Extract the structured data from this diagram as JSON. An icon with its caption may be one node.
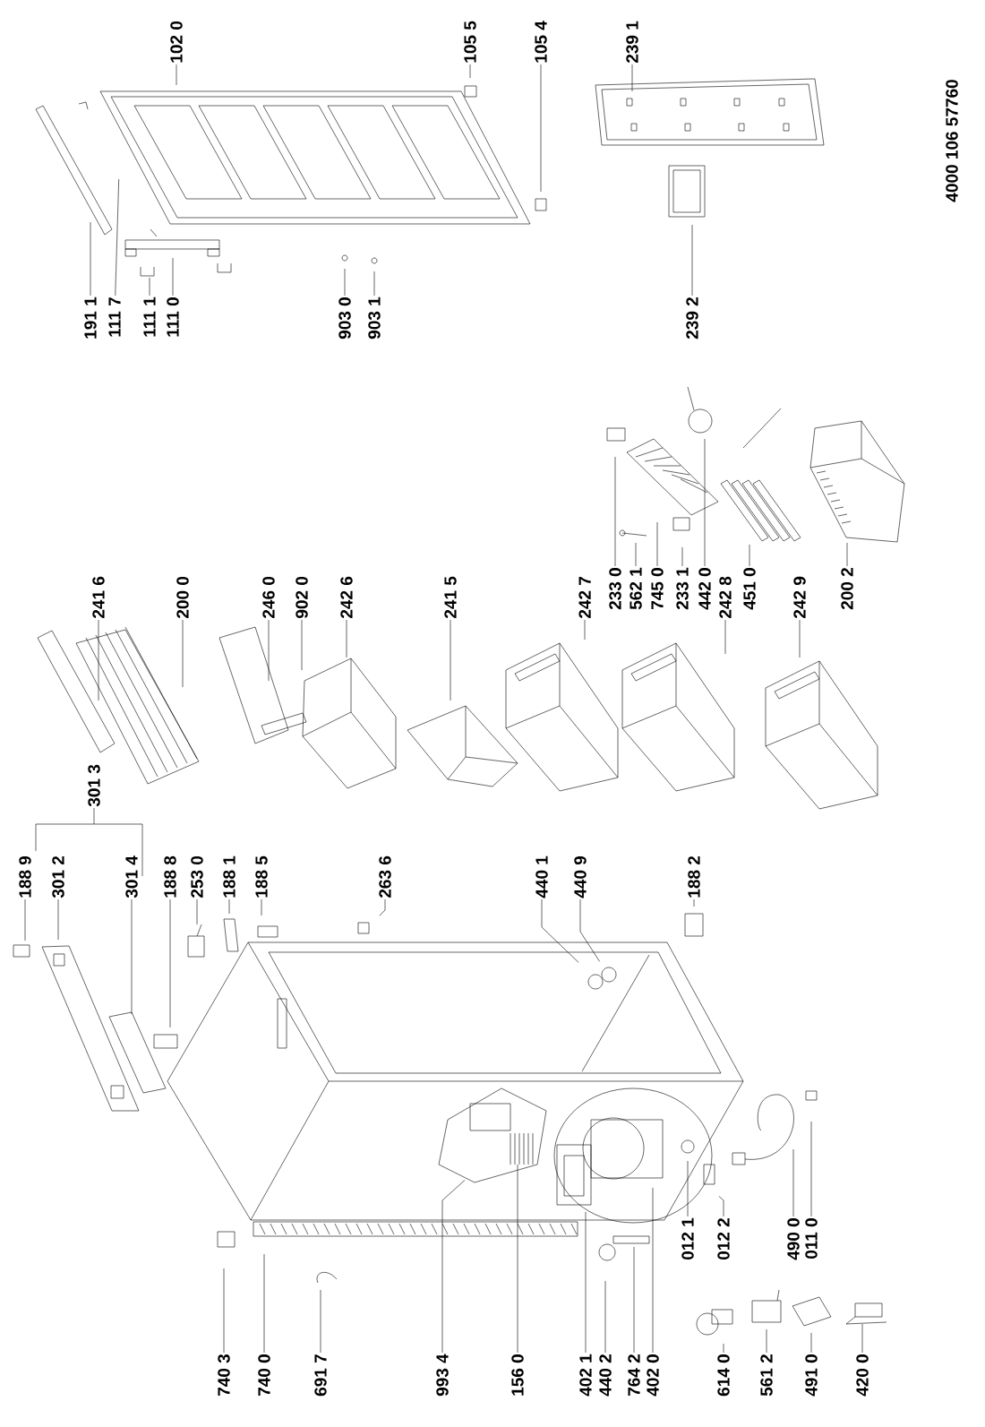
{
  "diagram": {
    "nodes": [
      {
        "text": [
          "102 0"
        ]
      },
      {
        "text": [
          "105 5"
        ]
      },
      {
        "text": [
          "105 4"
        ]
      },
      {
        "text": [
          "239 1"
        ]
      },
      {
        "text": [
          "191 1"
        ]
      },
      {
        "text": [
          "111 7"
        ]
      },
      {
        "text": [
          "111 1"
        ]
      },
      {
        "text": [
          "111 0"
        ]
      },
      {
        "text": [
          "903 0"
        ]
      },
      {
        "text": [
          "903 1"
        ]
      },
      {
        "text": [
          "239 2"
        ]
      },
      {
        "text": [
          "241 6"
        ]
      },
      {
        "text": [
          "200 0"
        ]
      },
      {
        "text": [
          "246 0"
        ]
      },
      {
        "text": [
          "902 0"
        ]
      },
      {
        "text": [
          "242 6"
        ]
      },
      {
        "text": [
          "241 5"
        ]
      },
      {
        "text": [
          "242 7"
        ]
      },
      {
        "text": [
          "233 0"
        ]
      },
      {
        "text": [
          "562 1"
        ]
      },
      {
        "text": [
          "745 0"
        ]
      },
      {
        "text": [
          "233 1"
        ]
      },
      {
        "text": [
          "442 0"
        ]
      },
      {
        "text": [
          "242 8"
        ]
      },
      {
        "text": [
          "451 0"
        ]
      },
      {
        "text": [
          "242 9"
        ]
      },
      {
        "text": [
          "200 2"
        ]
      },
      {
        "text": [
          "301 3"
        ]
      },
      {
        "text": [
          "188 9"
        ]
      },
      {
        "text": [
          "301 2"
        ]
      },
      {
        "text": [
          "301 4"
        ]
      },
      {
        "text": [
          "188 8"
        ]
      },
      {
        "text": [
          "253 0"
        ]
      },
      {
        "text": [
          "188 1"
        ]
      },
      {
        "text": [
          "188 5"
        ]
      },
      {
        "text": [
          "263 6"
        ]
      },
      {
        "text": [
          "440 1"
        ]
      },
      {
        "text": [
          "440 9"
        ]
      },
      {
        "text": [
          "188 2"
        ]
      },
      {
        "text": [
          "012 1"
        ]
      },
      {
        "text": [
          "012 2"
        ]
      },
      {
        "text": [
          "490 0"
        ]
      },
      {
        "text": [
          "011 0"
        ]
      },
      {
        "text": [
          "740 3"
        ]
      },
      {
        "text": [
          "740 0"
        ]
      },
      {
        "text": [
          "691 7"
        ]
      },
      {
        "text": [
          "993 4"
        ]
      },
      {
        "text": [
          "156 0"
        ]
      },
      {
        "text": [
          "402 1"
        ]
      },
      {
        "text": [
          "440 2"
        ]
      },
      {
        "text": [
          "764 2"
        ]
      },
      {
        "text": [
          "402 0"
        ]
      },
      {
        "text": [
          "614 0"
        ]
      },
      {
        "text": [
          "561 2"
        ]
      },
      {
        "text": [
          "491 0"
        ]
      },
      {
        "text": [
          "420 0"
        ]
      }
    ],
    "edges": [
      {
        "from": 0,
        "to": null,
        "arrow": "none"
      },
      {
        "from": 1,
        "to": null,
        "arrow": "none"
      },
      {
        "from": 2,
        "to": null,
        "arrow": "none"
      },
      {
        "from": 3,
        "to": null,
        "arrow": "none"
      },
      {
        "from": 4,
        "to": null,
        "arrow": "none"
      },
      {
        "from": 5,
        "to": null,
        "arrow": "none"
      },
      {
        "from": 6,
        "to": null,
        "arrow": "none"
      },
      {
        "from": 7,
        "to": null,
        "arrow": "none"
      },
      {
        "from": 8,
        "to": null,
        "arrow": "none"
      },
      {
        "from": 9,
        "to": null,
        "arrow": "none"
      },
      {
        "from": 10,
        "to": null,
        "arrow": "none"
      },
      {
        "from": 11,
        "to": null,
        "arrow": "none"
      },
      {
        "from": 12,
        "to": null,
        "arrow": "none"
      },
      {
        "from": 13,
        "to": null,
        "arrow": "none"
      },
      {
        "from": 14,
        "to": null,
        "arrow": "none"
      },
      {
        "from": 15,
        "to": null,
        "arrow": "none"
      },
      {
        "from": 16,
        "to": null,
        "arrow": "none"
      },
      {
        "from": 17,
        "to": null,
        "arrow": "none"
      },
      {
        "from": 18,
        "to": null,
        "arrow": "none"
      },
      {
        "from": 19,
        "to": null,
        "arrow": "none"
      },
      {
        "from": 20,
        "to": null,
        "arrow": "none"
      },
      {
        "from": 21,
        "to": null,
        "arrow": "none"
      },
      {
        "from": 22,
        "to": null,
        "arrow": "none"
      },
      {
        "from": 23,
        "to": null,
        "arrow": "none"
      },
      {
        "from": 24,
        "to": null,
        "arrow": "none"
      },
      {
        "from": 25,
        "to": null,
        "arrow": "none"
      },
      {
        "from": 26,
        "to": null,
        "arrow": "none"
      },
      {
        "from": 28,
        "to": null,
        "arrow": "none"
      },
      {
        "from": 29,
        "to": null,
        "arrow": "none"
      },
      {
        "from": 30,
        "to": null,
        "arrow": "none"
      },
      {
        "from": 31,
        "to": null,
        "arrow": "none"
      },
      {
        "from": 32,
        "to": null,
        "arrow": "none"
      },
      {
        "from": 33,
        "to": null,
        "arrow": "none"
      },
      {
        "from": 34,
        "to": null,
        "arrow": "none"
      },
      {
        "from": 35,
        "to": null,
        "arrow": "none"
      },
      {
        "from": 36,
        "to": null,
        "arrow": "none"
      },
      {
        "from": 37,
        "to": null,
        "arrow": "none"
      },
      {
        "from": 38,
        "to": null,
        "arrow": "none"
      },
      {
        "from": 39,
        "to": null,
        "arrow": "none"
      },
      {
        "from": 40,
        "to": null,
        "arrow": "none"
      },
      {
        "from": 41,
        "to": null,
        "arrow": "none"
      },
      {
        "from": 42,
        "to": null,
        "arrow": "none"
      },
      {
        "from": 43,
        "to": null,
        "arrow": "none"
      },
      {
        "from": 44,
        "to": null,
        "arrow": "none"
      },
      {
        "from": 45,
        "to": null,
        "arrow": "none"
      },
      {
        "from": 46,
        "to": null,
        "arrow": "none"
      },
      {
        "from": 47,
        "to": null,
        "arrow": "none"
      },
      {
        "from": 48,
        "to": null,
        "arrow": "none"
      },
      {
        "from": 49,
        "to": null,
        "arrow": "none"
      },
      {
        "from": 50,
        "to": null,
        "arrow": "none"
      },
      {
        "from": 51,
        "to": null,
        "arrow": "none"
      },
      {
        "from": 52,
        "to": null,
        "arrow": "none"
      },
      {
        "from": 53,
        "to": null,
        "arrow": "none"
      },
      {
        "from": 54,
        "to": null,
        "arrow": "none"
      },
      {
        "from": 55,
        "to": null,
        "arrow": "none"
      }
    ],
    "labels": [
      "4000 106 57760"
    ]
  }
}
